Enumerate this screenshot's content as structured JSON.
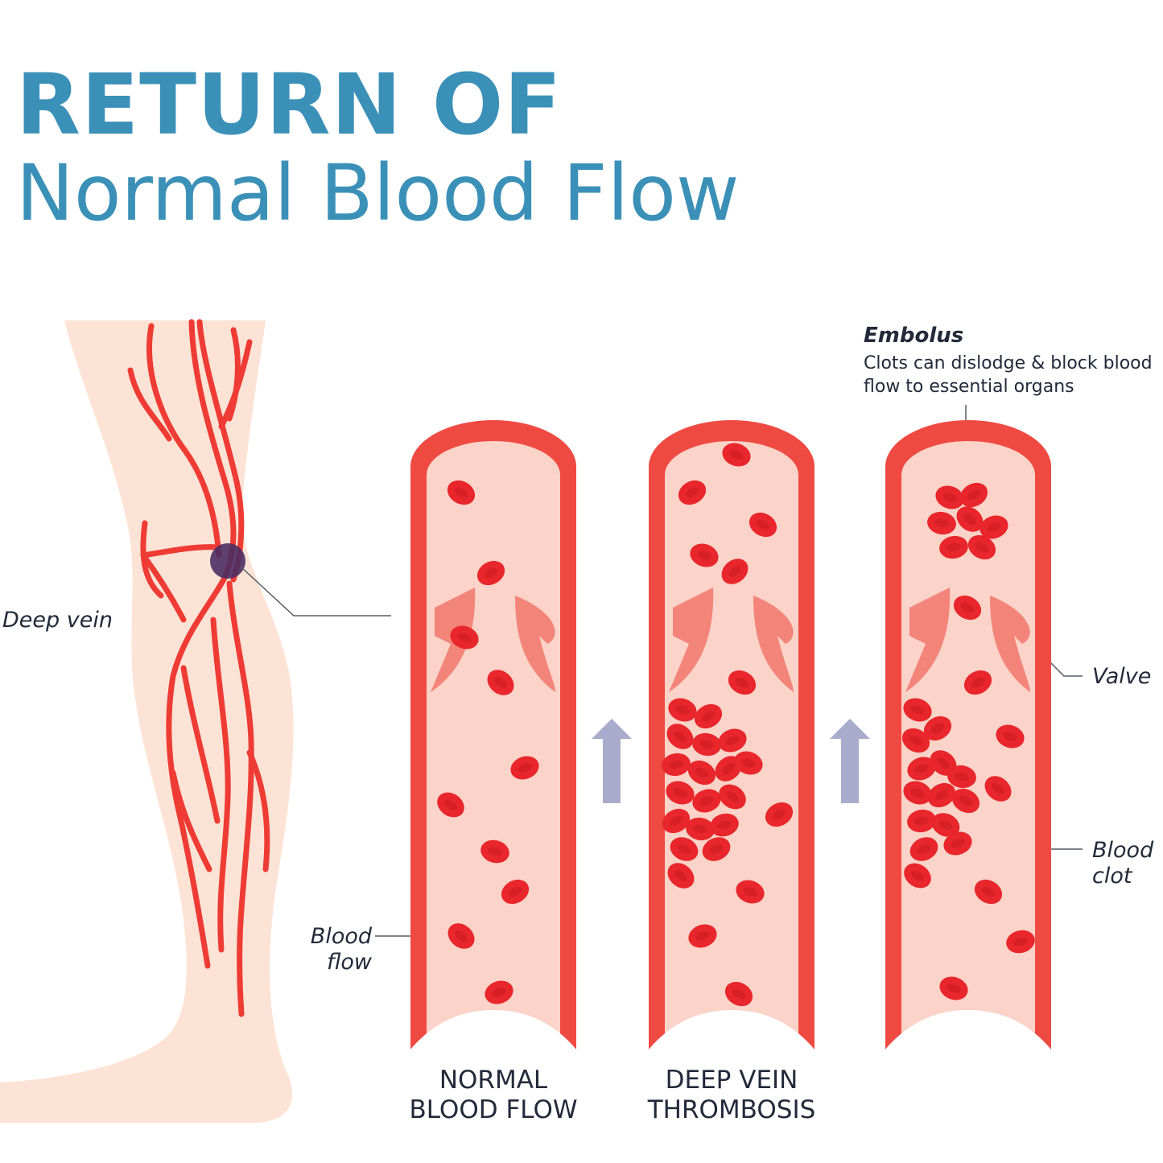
{
  "title": {
    "line1": "RETURN OF",
    "line2": "Normal Blood Flow"
  },
  "labels": {
    "deep_vein": "Deep vein",
    "blood_flow": "Blood flow",
    "valve": "Valve",
    "blood_clot": "Blood clot"
  },
  "embolus": {
    "title": "Embolus",
    "text": "Clots can dislodge & block blood flow to essential organs"
  },
  "captions": {
    "normal": "NORMAL BLOOD FLOW",
    "dvt": "DEEP VEIN THROMBOSIS"
  },
  "colors": {
    "title": "#3b90b8",
    "skin": "#fde3d6",
    "vein": "#ee3b34",
    "vessel_wall": "#ef4a42",
    "vessel_inner": "#fbd3c8",
    "blood_cell": "#e8262b",
    "arrow": "#a8abcb",
    "marker": "#4b2d62",
    "text": "#222a3a"
  }
}
